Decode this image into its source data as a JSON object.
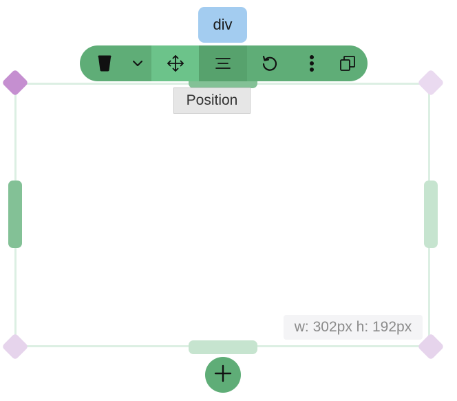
{
  "tag_label": "div",
  "toolbar": {
    "buttons": [
      {
        "name": "delete",
        "icon": "trash-icon"
      },
      {
        "name": "more-options",
        "icon": "chevron-down-icon"
      },
      {
        "name": "position",
        "icon": "move-icon",
        "active": true
      },
      {
        "name": "align",
        "icon": "align-center-icon"
      },
      {
        "name": "reset",
        "icon": "rotate-ccw-icon"
      },
      {
        "name": "menu",
        "icon": "more-vertical-icon"
      },
      {
        "name": "duplicate",
        "icon": "copy-icon"
      }
    ]
  },
  "tooltip": "Position",
  "dimensions": "w: 302px h: 192px",
  "add_button": {
    "icon": "plus-icon"
  },
  "colors": {
    "toolbar": "#5fad77",
    "toolbar_active": "#6cc38a",
    "tag_label": "#a3ccf0",
    "corner_active": "#c58fd0",
    "corner_inactive": "#e6d4ec",
    "frame_border": "#dcefe3"
  }
}
